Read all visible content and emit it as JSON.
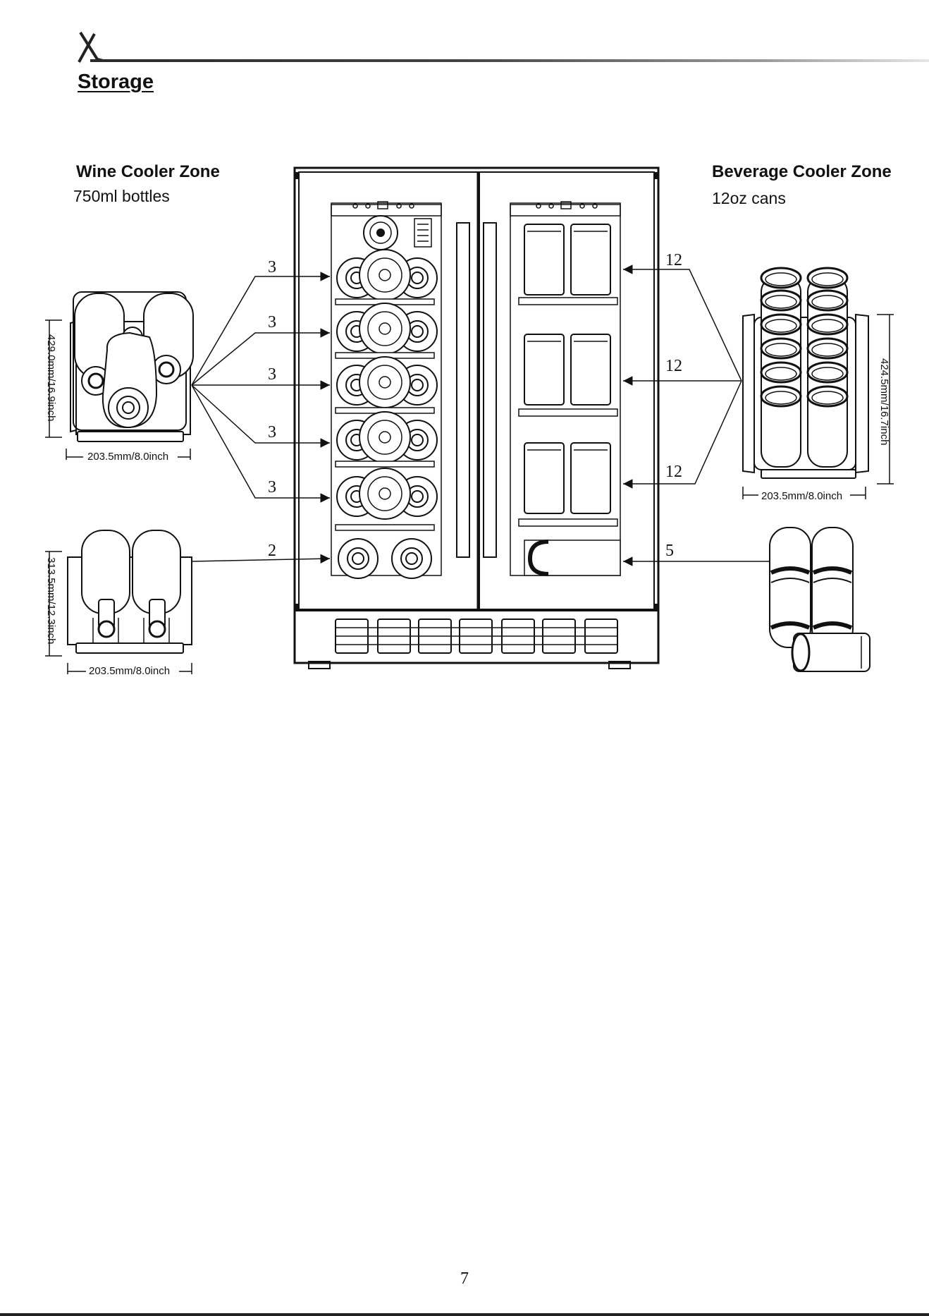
{
  "page": {
    "title": "Storage",
    "page_number": "7"
  },
  "wine_zone": {
    "title": "Wine Cooler Zone",
    "subtitle": "750ml bottles",
    "shelf_counts": [
      "3",
      "3",
      "3",
      "3",
      "3",
      "2"
    ],
    "rack_large": {
      "height_label": "429.0mm/16.9inch",
      "width_label": "203.5mm/8.0inch"
    },
    "rack_small": {
      "height_label": "313.5mm/12.3inch",
      "width_label": "203.5mm/8.0inch"
    }
  },
  "beverage_zone": {
    "title": "Beverage Cooler Zone",
    "subtitle": "12oz cans",
    "shelf_counts": [
      "12",
      "12",
      "12",
      "5"
    ],
    "rack": {
      "height_label": "424.5mm/16.7inch",
      "width_label": "203.5mm/8.0inch"
    }
  }
}
